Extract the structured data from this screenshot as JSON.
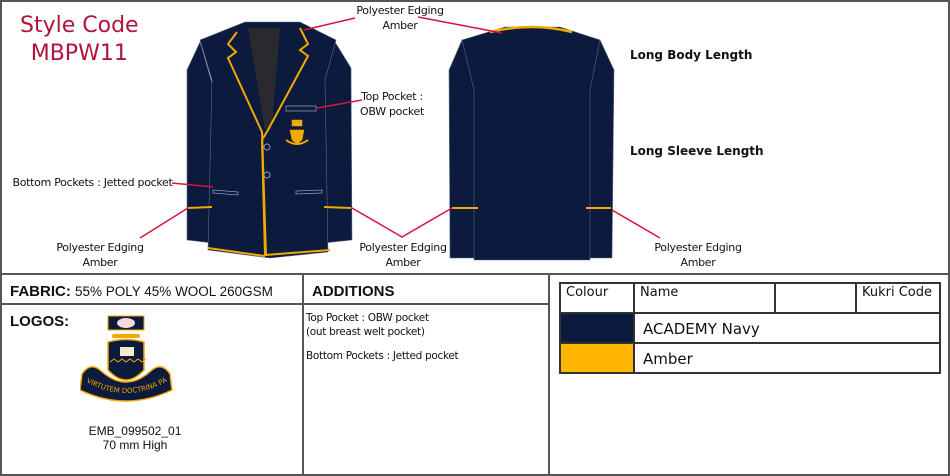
{
  "style_code": {
    "label": "Style Code",
    "code": "MBPW11"
  },
  "annotations": {
    "collar_edging": [
      "Polyester Edging",
      "Amber"
    ],
    "top_pocket": [
      "Top Pocket :",
      "OBW pocket"
    ],
    "bottom_pockets": "Bottom Pockets : Jetted pocket",
    "left_edging": [
      "Polyester Edging",
      "Amber"
    ],
    "center_edging": [
      "Polyester Edging",
      "Amber"
    ],
    "right_edging": [
      "Polyester Edging",
      "Amber"
    ],
    "body_length": "Long Body Length",
    "sleeve_length": "Long Sleeve Length"
  },
  "fabric": {
    "label": "FABRIC:",
    "value": "55% POLY 45% WOOL 260GSM"
  },
  "logos": {
    "label": "LOGOS:",
    "motto": "VIRTUTEM DOCTRINA PARAT",
    "code": "EMB_099502_01",
    "size": "70 mm High"
  },
  "additions": {
    "label": "ADDITIONS",
    "line1": "Top Pocket : OBW pocket",
    "line2": "(out breast welt pocket)",
    "line3": "Bottom Pockets : Jetted pocket"
  },
  "colour_table": {
    "headers": [
      "Colour",
      "Name",
      "",
      "Kukri Code"
    ],
    "rows": [
      {
        "name": "ACADEMY Navy",
        "color": "#0b1a3d"
      },
      {
        "name": "Amber",
        "color": "#ffb400"
      }
    ]
  }
}
